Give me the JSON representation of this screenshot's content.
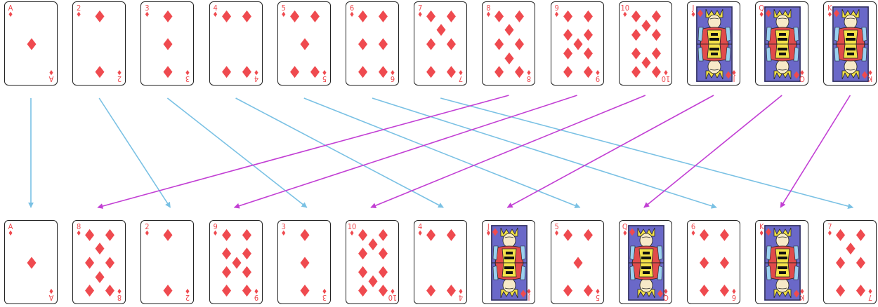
{
  "diagram": {
    "suit_glyph": "♦",
    "suit_color": "#ef4a4f",
    "blue_arrow_color": "#7ac1e4",
    "purple_arrow_color": "#c23fd4",
    "top_row": [
      "A",
      "2",
      "3",
      "4",
      "5",
      "6",
      "7",
      "8",
      "9",
      "10",
      "J",
      "Q",
      "K"
    ],
    "bottom_row": [
      "A",
      "8",
      "2",
      "9",
      "3",
      "10",
      "4",
      "J",
      "5",
      "Q",
      "6",
      "K",
      "7"
    ]
  }
}
